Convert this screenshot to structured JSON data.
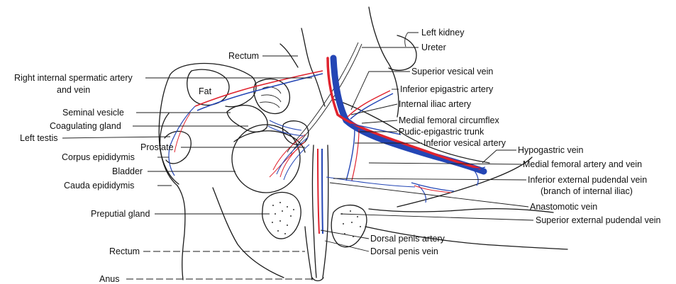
{
  "labels": {
    "left_kidney": "Left kidney",
    "ureter": "Ureter",
    "rectum_top": "Rectum",
    "right_internal_spermatic_line1": "Right internal spermatic artery",
    "right_internal_spermatic_line2": "and vein",
    "fat": "Fat",
    "superior_vesical_vein": "Superior vesical vein",
    "inferior_epigastric_artery": "Inferior epigastric artery",
    "internal_iliac_artery": "Internal iliac artery",
    "seminal_vesicle": "Seminal vesicle",
    "coagulating_gland": "Coagulating gland",
    "medial_femoral_circumflex": "Medial femoral circumflex",
    "pudic_epigastric_trunk": "Pudic-epigastric trunk",
    "left_testis": "Left testis",
    "inferior_vesical_artery": "Inferior vesical artery",
    "prostate": "Prostate",
    "hypogastric_vein": "Hypogastric vein",
    "corpus_epididymis": "Corpus epididymis",
    "medial_femoral_artery_vein": "Medial femoral artery and vein",
    "bladder": "Bladder",
    "inferior_external_pudendal_line1": "Inferior external pudendal vein",
    "inferior_external_pudendal_line2": "(branch of internal iliac)",
    "cauda_epididymis": "Cauda epididymis",
    "anastomotic_vein": "Anastomotic vein",
    "preputial_gland": "Preputial gland",
    "superior_external_pudendal_vein": "Superior external pudendal vein",
    "dorsal_penis_artery": "Dorsal penis artery",
    "rectum_bottom": "Rectum",
    "dorsal_penis_vein": "Dorsal penis vein",
    "anus": "Anus"
  },
  "colors": {
    "artery": "#e0232e",
    "vein": "#2446b5",
    "outline": "#1a1a1a"
  }
}
